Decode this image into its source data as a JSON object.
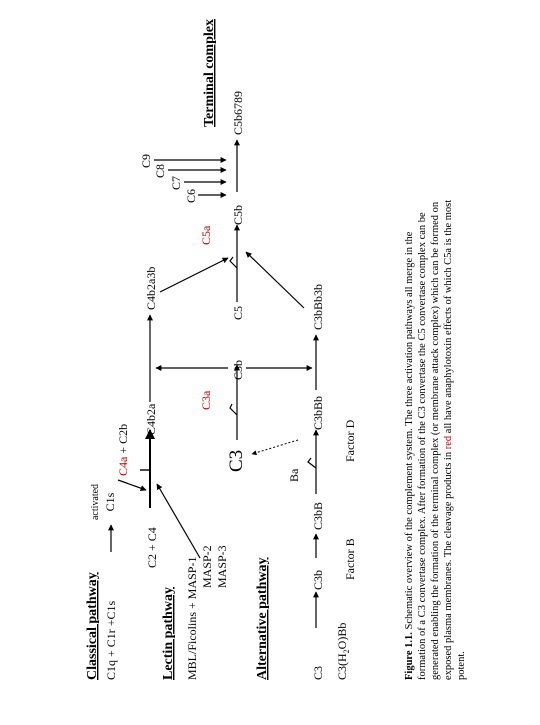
{
  "headings": {
    "classical": "Classical pathway",
    "lectin": "Lectin pathway",
    "alternative": "Alternative pathway",
    "terminal": "Terminal complex"
  },
  "classical": {
    "reactants": "C1q + C1r +C1s",
    "activated_line1": "activated",
    "activated_line2": "C1s"
  },
  "lectin": {
    "reactants": "MBL/Ficolins + MASP-1",
    "masp2": "MASP-2",
    "masp3": "MASP-3"
  },
  "nodes": {
    "c2_c4": "C2 + C4",
    "c4a": "C4a",
    "plus_c2b": " + C2b",
    "c4b2a": "C4b2a",
    "c4b2a3b": "C4b2a3b",
    "c3_big": "C3",
    "c3a": "C3a",
    "c3b_mid": "C3b",
    "c5": "C5",
    "c5a": "C5a",
    "c5b": "C5b",
    "c6": "C6",
    "c7": "C7",
    "c8": "C8",
    "c9": "C9",
    "c5b6789": "C5b6789"
  },
  "alternative": {
    "c3": "C3",
    "c3h2obb": "C3(H",
    "c3h2obb_sub": "2",
    "c3h2obb_end": "O)Bb",
    "c3b": "C3b",
    "factor_b": "Factor B",
    "c3bb": "C3bB",
    "factor_d": "Factor D",
    "ba": "Ba",
    "c3bbb": "C3bBb",
    "c3bbb3b": "C3bBb3b"
  },
  "caption": {
    "label": "Figure 1.1.",
    "line1": " Schematic overview of the complement system. The three activation pathways all merge in the",
    "line2": "formation of a C3 convertase complex. After formation of the C3 convertase the C5 convertase complex can be",
    "line3": "generated enabling the formation of the terminal complex (or membrane attack complex) which can be formed on",
    "line4_a": "exposed plasma membranes. The cleavage products in ",
    "line4_red": "red",
    "line4_b": " all have anaphylotoxin effects of which C5a is the most",
    "line5": "potent."
  },
  "colors": {
    "cleavage_product": "#c00000",
    "ink": "#000000"
  }
}
